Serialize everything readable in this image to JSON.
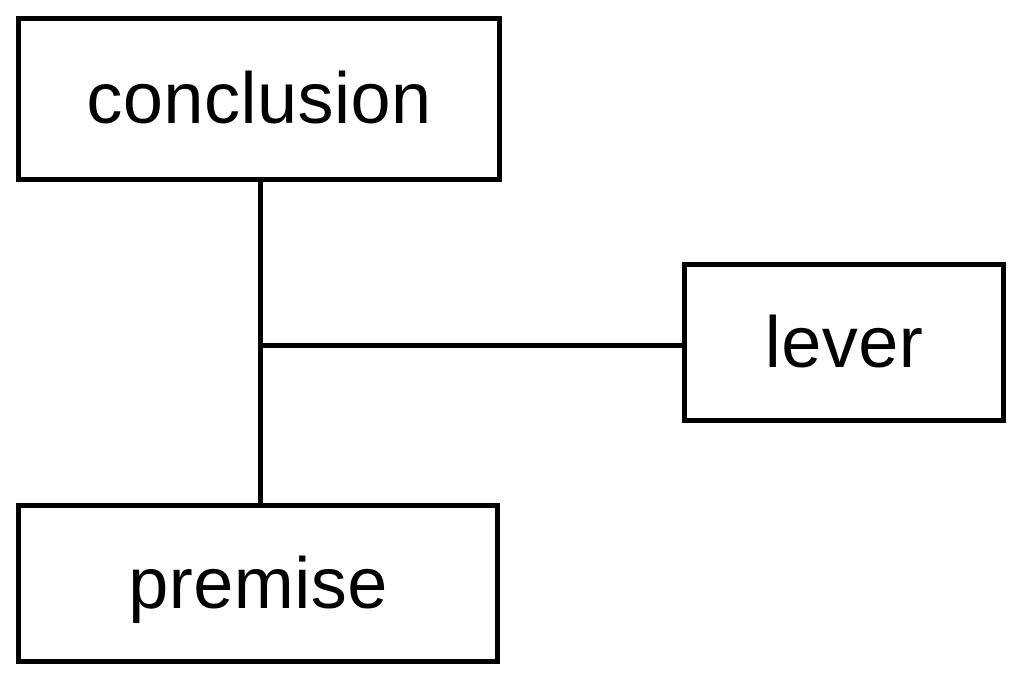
{
  "diagram": {
    "type": "argument-map",
    "colors": {
      "background": "#ffffff",
      "node_fill": "#ffffff",
      "node_border": "#000000",
      "line": "#000000",
      "text": "#000000"
    },
    "nodes": {
      "conclusion": {
        "label": "conclusion"
      },
      "premise": {
        "label": "premise"
      },
      "lever": {
        "label": "lever"
      }
    },
    "edges": [
      {
        "from": "conclusion",
        "to": "premise",
        "shape": "vertical-line"
      },
      {
        "from": "conclusion-premise-line",
        "to": "lever",
        "shape": "horizontal-line"
      }
    ]
  }
}
